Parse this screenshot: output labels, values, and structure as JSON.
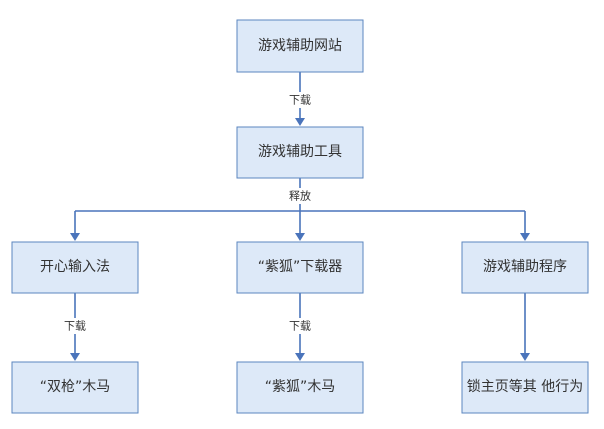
{
  "nodes": {
    "website": "游戏辅助网站",
    "tool": "游戏辅助工具",
    "input_method": "开心输入法",
    "zihu_downloader": "“紫狐”下载器",
    "aux_program": "游戏辅助程序",
    "shuangqiang_trojan": "“双枪”木马",
    "zihu_trojan": "“紫狐”木马",
    "lock_homepage": "锁主页等其 他行为"
  },
  "edges": {
    "website_to_tool": "下载",
    "tool_release": "释放",
    "input_to_trojan": "下载",
    "downloader_to_trojan": "下载"
  }
}
